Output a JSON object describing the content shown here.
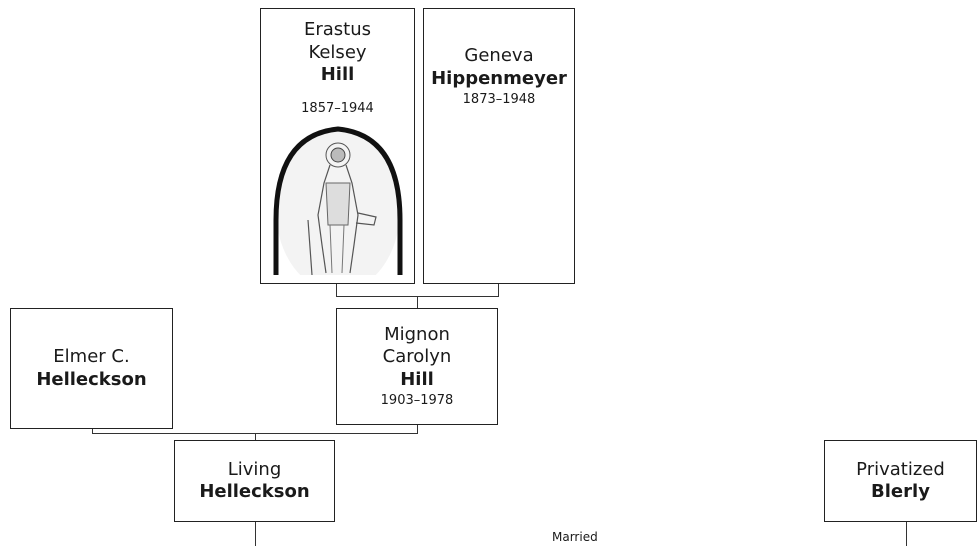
{
  "people": {
    "erastus": {
      "given": "Erastus Kelsey",
      "surname": "Hill",
      "dates": "1857–1944"
    },
    "geneva": {
      "given": "Geneva",
      "surname": "Hippenmeyer",
      "dates": "1873–1948"
    },
    "elmer": {
      "given": "Elmer C.",
      "surname": "Helleckson"
    },
    "mignon": {
      "given": "Mignon Carolyn",
      "surname": "Hill",
      "dates": "1903–1978"
    },
    "living": {
      "given": "Living",
      "surname": "Helleckson"
    },
    "privatized": {
      "given": "Privatized",
      "surname": "Blerly"
    }
  },
  "relationship_label": "Married"
}
